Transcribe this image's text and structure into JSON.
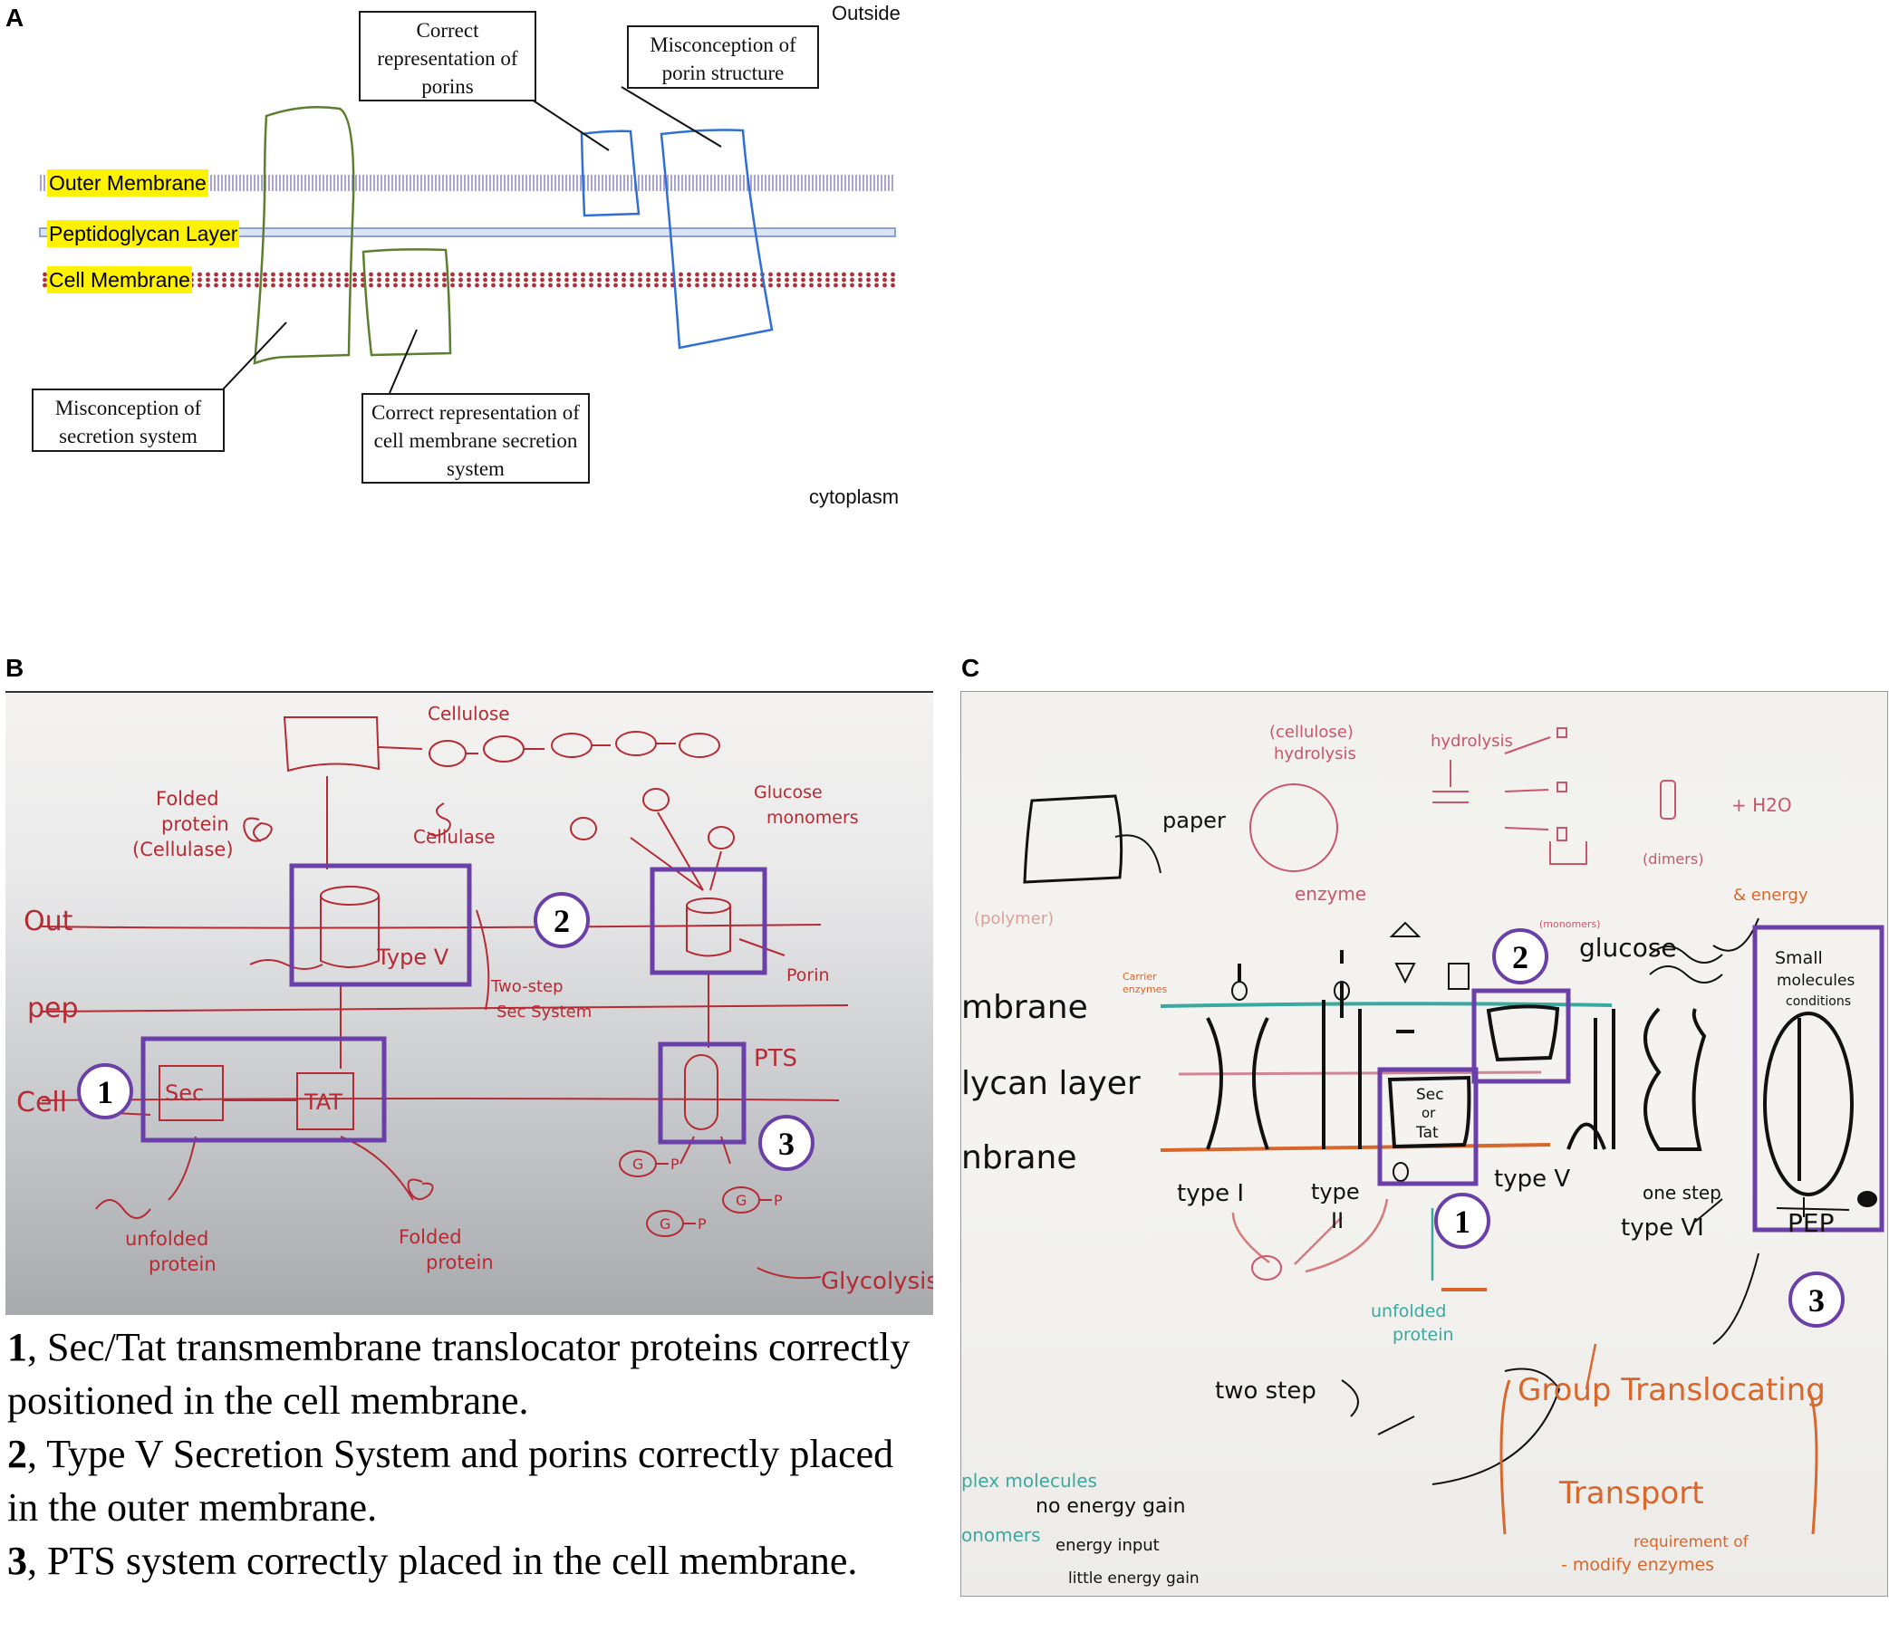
{
  "panel_a": {
    "letter": "A",
    "outside_label": "Outside",
    "cytoplasm_label": "cytoplasm",
    "membranes": {
      "outer": "Outer Membrane",
      "peptidoglycan": "Peptidoglycan Layer",
      "cell": "Cell Membrane"
    },
    "callouts": {
      "correct_porins": "Correct representation of porins",
      "misconception_porin": "Misconception of porin structure",
      "misconception_secretion": "Misconception of secretion system",
      "correct_cell_secretion": "Correct representation of cell membrane secretion system"
    },
    "colors": {
      "secretion_outline": "#5b7f2e",
      "porin_outline": "#2f6fd6",
      "highlight": "#fff200",
      "outer_membrane": "#a9a4cf",
      "peptidoglycan": "#9fb8de",
      "cell_membrane": "#b0303c"
    }
  },
  "panel_b": {
    "letter": "B",
    "whiteboard_text": {
      "cellulose": "Cellulose",
      "folded_protein_cellulase": [
        "Folded",
        "protein",
        "(Cellulase)"
      ],
      "cellulase": "Cellulase",
      "glucose_monomers": [
        "Glucose",
        "monomers"
      ],
      "out": "Out",
      "pep": "pep",
      "cell": "Cell",
      "type_v": "Type V",
      "two_step": [
        "Two-step",
        "Sec System"
      ],
      "porin": "Porin",
      "sec": "Sec",
      "tat": "TAT",
      "pts": "PTS",
      "unfolded_protein": [
        "unfolded",
        "protein"
      ],
      "folded_protein": [
        "Folded",
        "protein"
      ],
      "glycolysis": "Glycolysis",
      "glucose_letter": "G",
      "phosphate": "P"
    },
    "markers": [
      "1",
      "2",
      "3"
    ],
    "colors": {
      "ink": "#b52a33",
      "box": "#6a3fa8"
    }
  },
  "panel_c": {
    "letter": "C",
    "whiteboard_text": {
      "cellulose_hydrolysis": [
        "(cellulose)",
        "hydrolysis"
      ],
      "hydrolysis": "hydrolysis",
      "paper": "paper",
      "polymer": "(polymer)",
      "enzyme": "enzyme",
      "dimers": "(dimers)",
      "h2o": "+ H2O",
      "energy": "& energy",
      "monomers_small": "(monomers)",
      "membrane_1": "mbrane",
      "glycan_layer": "lycan layer",
      "membrane_2": "nbrane",
      "carrier_enzymes": [
        "Carrier",
        "enzymes"
      ],
      "glucose": "glucose",
      "small_molecules": [
        "Small",
        "molecules",
        "conditions"
      ],
      "sec_or_tat": [
        "Sec",
        "or",
        "Tat"
      ],
      "type_1": "type I",
      "type_2": [
        "type",
        "II"
      ],
      "type_5": "type V",
      "type_6": "type VI",
      "one_step": "one step",
      "pep": "PEP",
      "unfolded_protein": [
        "unfolded",
        "protein"
      ],
      "two_step": "two step",
      "group_translocating": "Group Translocating",
      "transport": "Transport",
      "requirement": [
        "requirement of",
        "- modify enzymes"
      ],
      "complex_molecules": "plex molecules",
      "no_energy_gain": "no energy gain",
      "monomers": "onomers",
      "energy_input": [
        "energy input",
        "little energy gain"
      ]
    },
    "markers": [
      "1",
      "2",
      "3"
    ],
    "colors": {
      "ink": "#111111",
      "teal": "#3aa9a0",
      "orange": "#d9662a",
      "pink": "#c9566a",
      "box": "#6a3fa8"
    }
  },
  "caption": {
    "items": [
      {
        "num": "1",
        "text": ", Sec/Tat transmembrane translocator proteins correctly positioned in the cell membrane."
      },
      {
        "num": "2",
        "text": ", Type V Secretion System and porins correctly placed in the outer membrane."
      },
      {
        "num": "3",
        "text": ", PTS system correctly placed in the cell membrane."
      }
    ]
  }
}
